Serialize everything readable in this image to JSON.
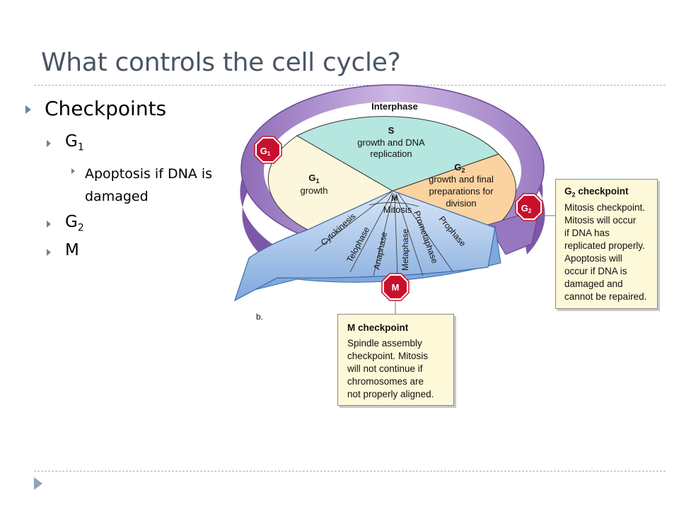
{
  "slide": {
    "title": "What controls the cell cycle?",
    "bullets": {
      "checkpoints": "Checkpoints",
      "g1_letter": "G",
      "g1_sub": "1",
      "apoptosis_line1": "Apoptosis if DNA is",
      "apoptosis_line2": "damaged",
      "g2_letter": "G",
      "g2_sub": "2",
      "m": "M"
    }
  },
  "diagram": {
    "interphase": "Interphase",
    "s_title": "S",
    "s_line1": "growth and DNA",
    "s_line2": "replication",
    "g1_title": "G",
    "g1_sub": "1",
    "g1_body": "growth",
    "g2_title": "G",
    "g2_sub": "2",
    "g2_line1": "growth and final",
    "g2_line2": "preparations for",
    "g2_line3": "division",
    "m_title": "M",
    "mitosis": "Mitosis",
    "phases": [
      "Cytokinesis",
      "Telophase",
      "Anaphase",
      "Metaphase",
      "Prometaphase",
      "Prophase"
    ],
    "stop_g1": "G",
    "stop_g1_sub": "1",
    "stop_g2": "G",
    "stop_g2_sub": "2",
    "stop_m": "M",
    "panel_label": "b.",
    "colors": {
      "purple": "#a98bc9",
      "s_fill": "#b5e6df",
      "g1_fill": "#fcf7dc",
      "g2_fill": "#fbd3a0",
      "m_fill": "#bcd4f0",
      "stop": "#c8102e"
    }
  },
  "notes": {
    "g2": {
      "heading_letter": "G",
      "heading_sub": "2",
      "heading_rest": " checkpoint",
      "lines": [
        "Mitosis checkpoint.",
        "Mitosis will occur",
        "if DNA has",
        "replicated properly.",
        "Apoptosis will",
        "occur if DNA is",
        "damaged and",
        "cannot be repaired."
      ]
    },
    "m": {
      "heading": "M checkpoint",
      "lines": [
        "Spindle assembly",
        "checkpoint. Mitosis",
        "will not continue if",
        "chromosomes are",
        "not properly aligned."
      ]
    }
  }
}
